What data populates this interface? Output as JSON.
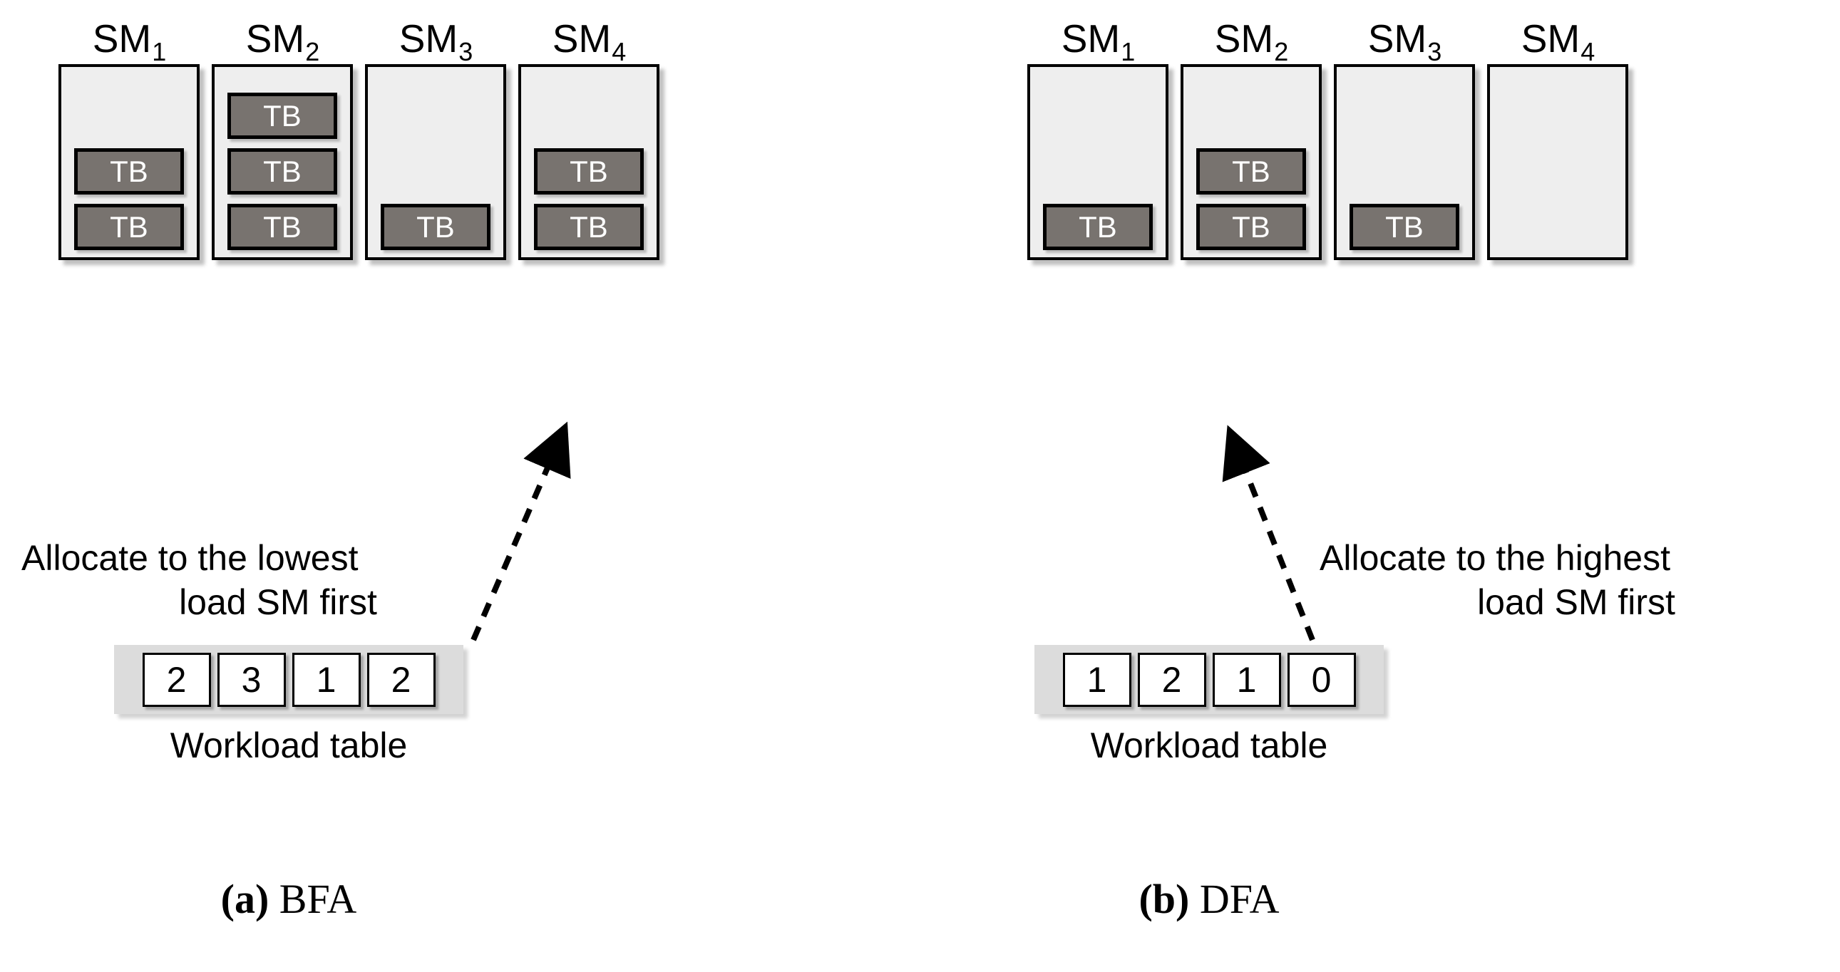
{
  "figure": {
    "tb_label": "TB",
    "workload_caption": "Workload table"
  },
  "panels": [
    {
      "id": "bfa",
      "caption_tag": "(a)",
      "caption_text": " BFA",
      "note_line1": "Allocate to the lowest",
      "note_line2": "load SM first",
      "workload_caption": "Workload table",
      "workload_values": [
        "2",
        "3",
        "1",
        "2"
      ],
      "sms": [
        {
          "label": "SM",
          "index": "1",
          "tb_count": 2
        },
        {
          "label": "SM",
          "index": "2",
          "tb_count": 3
        },
        {
          "label": "SM",
          "index": "3",
          "tb_count": 1
        },
        {
          "label": "SM",
          "index": "4",
          "tb_count": 2
        }
      ],
      "arrow_target_sm": "3",
      "arrow_direction": "up-right"
    },
    {
      "id": "dfa",
      "caption_tag": "(b)",
      "caption_text": " DFA",
      "note_line1": "Allocate to the highest",
      "note_line2": "load SM first",
      "workload_caption": "Workload table",
      "workload_values": [
        "1",
        "2",
        "1",
        "0"
      ],
      "sms": [
        {
          "label": "SM",
          "index": "1",
          "tb_count": 1
        },
        {
          "label": "SM",
          "index": "2",
          "tb_count": 2
        },
        {
          "label": "SM",
          "index": "3",
          "tb_count": 1
        },
        {
          "label": "SM",
          "index": "4",
          "tb_count": 0
        }
      ],
      "arrow_target_sm": "2",
      "arrow_direction": "up-left"
    }
  ],
  "colors": {
    "sm_fill": "#eeeeee",
    "sm_border": "#000000",
    "tb_fill": "#78736f",
    "tb_text": "#ffffff",
    "workload_band": "#dcdcdc",
    "background": "#ffffff"
  }
}
